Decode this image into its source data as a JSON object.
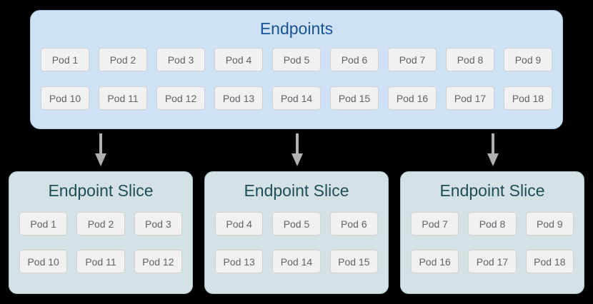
{
  "endpoints": {
    "title": "Endpoints",
    "rows": [
      [
        "Pod 1",
        "Pod 2",
        "Pod 3",
        "Pod 4",
        "Pod 5",
        "Pod 6",
        "Pod 7",
        "Pod 8",
        "Pod 9"
      ],
      [
        "Pod 10",
        "Pod 11",
        "Pod 12",
        "Pod 13",
        "Pod 14",
        "Pod 15",
        "Pod 16",
        "Pod 17",
        "Pod 18"
      ]
    ]
  },
  "slices": [
    {
      "title": "Endpoint Slice",
      "rows": [
        [
          "Pod 1",
          "Pod 2",
          "Pod 3"
        ],
        [
          "Pod 10",
          "Pod 11",
          "Pod 12"
        ]
      ]
    },
    {
      "title": "Endpoint Slice",
      "rows": [
        [
          "Pod 4",
          "Pod 5",
          "Pod 6"
        ],
        [
          "Pod 13",
          "Pod 14",
          "Pod 15"
        ]
      ]
    },
    {
      "title": "Endpoint Slice",
      "rows": [
        [
          "Pod 7",
          "Pod 8",
          "Pod 9"
        ],
        [
          "Pod 16",
          "Pod 17",
          "Pod 18"
        ]
      ]
    }
  ],
  "colors": {
    "background": "#000000",
    "endpoints_fill": "#cfe1f4",
    "endpoints_border": "#a9c7e4",
    "endpoints_title_text": "#1a5490",
    "slice_fill": "#d4e2e5",
    "slice_border": "#a9c4c8",
    "slice_title_text": "#1f4e57",
    "pod_fill": "#f1f1f1",
    "pod_border": "#d2d2d2",
    "pod_text": "#5f6368",
    "arrow": "#b1b1b1"
  }
}
